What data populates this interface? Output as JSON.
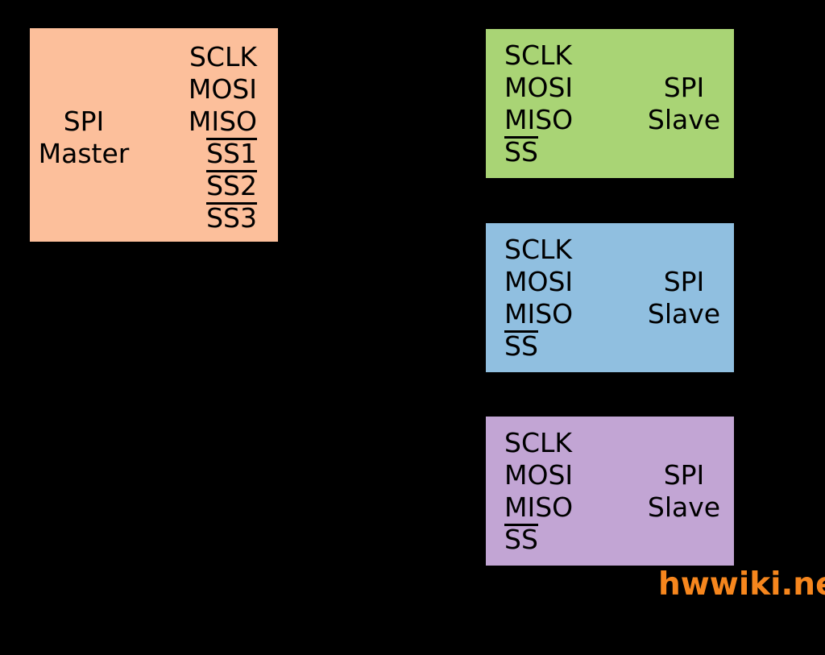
{
  "master": {
    "title": [
      "SPI",
      "Master"
    ],
    "fill": "#fcbf9b",
    "pins": [
      {
        "label": "SCLK",
        "active_low": false
      },
      {
        "label": "MOSI",
        "active_low": false
      },
      {
        "label": "MISO",
        "active_low": false
      },
      {
        "label": "SS1",
        "active_low": true
      },
      {
        "label": "SS2",
        "active_low": true
      },
      {
        "label": "SS3",
        "active_low": true
      }
    ]
  },
  "slaves": [
    {
      "title": [
        "SPI",
        "Slave"
      ],
      "fill": "#a9d475",
      "pins": [
        {
          "label": "SCLK",
          "active_low": false
        },
        {
          "label": "MOSI",
          "active_low": false
        },
        {
          "label": "MISO",
          "active_low": false
        },
        {
          "label": "SS",
          "active_low": true
        }
      ]
    },
    {
      "title": [
        "SPI",
        "Slave"
      ],
      "fill": "#90bfe0",
      "pins": [
        {
          "label": "SCLK",
          "active_low": false
        },
        {
          "label": "MOSI",
          "active_low": false
        },
        {
          "label": "MISO",
          "active_low": false
        },
        {
          "label": "SS",
          "active_low": true
        }
      ]
    },
    {
      "title": [
        "SPI",
        "Slave"
      ],
      "fill": "#c2a5d4",
      "pins": [
        {
          "label": "SCLK",
          "active_low": false
        },
        {
          "label": "MOSI",
          "active_low": false
        },
        {
          "label": "MISO",
          "active_low": false
        },
        {
          "label": "SS",
          "active_low": true
        }
      ]
    }
  ],
  "watermark": {
    "text": "hwwiki.net",
    "color": "#f6861d"
  }
}
